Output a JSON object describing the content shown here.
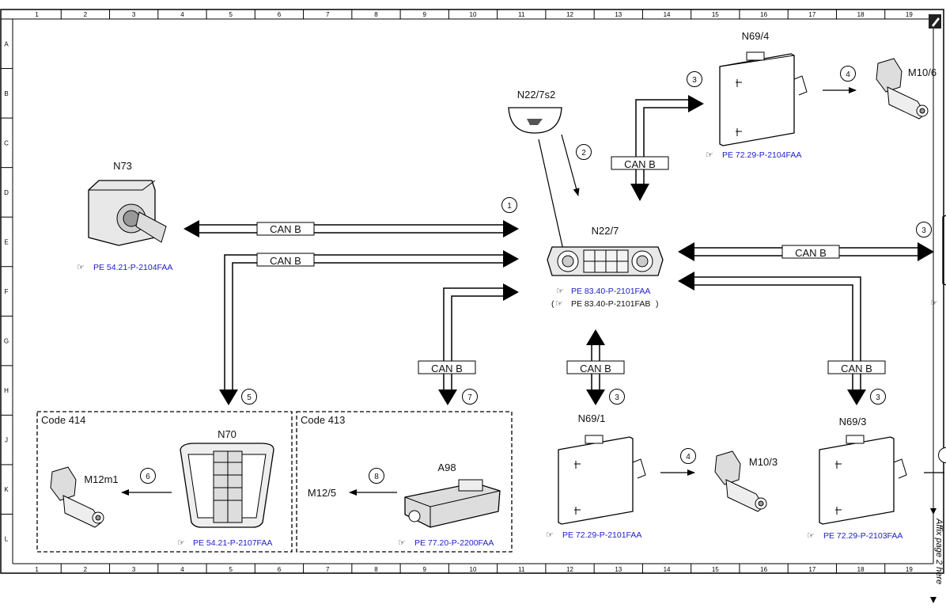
{
  "ruler": {
    "columns": [
      "1",
      "2",
      "3",
      "4",
      "5",
      "6",
      "7",
      "8",
      "9",
      "10",
      "11",
      "12",
      "13",
      "14",
      "15",
      "16",
      "17",
      "18",
      "19"
    ],
    "rows": [
      "A",
      "B",
      "C",
      "D",
      "E",
      "F",
      "G",
      "H",
      "J",
      "K",
      "L"
    ]
  },
  "bus_label": "CAN B",
  "ref_icon": "pointing-hand-icon",
  "components": {
    "n73": {
      "label": "N73",
      "ref": "PE 54.21-P-2104FAA"
    },
    "n22_7s2": {
      "label": "N22/7s2"
    },
    "n22_7": {
      "label": "N22/7",
      "ref": "PE 83.40-P-2101FAA",
      "ref_alt": "PE 83.40-P-2101FAB"
    },
    "n69_4": {
      "label": "N69/4",
      "ref": "PE 72.29-P-2104FAA"
    },
    "m10_6": {
      "label": "M10/6"
    },
    "n69_1": {
      "label": "N69/1",
      "ref": "PE 72.29-P-2101FAA"
    },
    "m10_3": {
      "label": "M10/3"
    },
    "n69_3": {
      "label": "N69/3",
      "ref": "PE 72.29-P-2103FAA"
    },
    "n70": {
      "label": "N70",
      "ref": "PE 54.21-P-2107FAA"
    },
    "m12m1": {
      "label": "M12m1"
    },
    "a98": {
      "label": "A98",
      "ref": "PE 77.20-P-2200FAA"
    },
    "m12_5": {
      "label": "M12/5"
    }
  },
  "codes": {
    "code414": "Code 414",
    "code413": "Code 413"
  },
  "steps": {
    "s1": "1",
    "s2": "2",
    "s3": "3",
    "s4": "4",
    "s5": "5",
    "s6": "6",
    "s7": "7",
    "s8": "8"
  },
  "margin_note": "Affix page 2 here",
  "colors": {
    "line": "#000000",
    "ref_text": "#2020c8"
  }
}
